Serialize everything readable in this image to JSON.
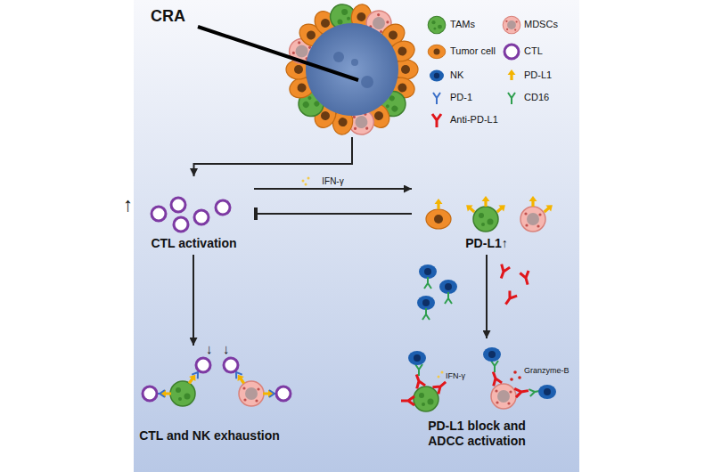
{
  "diagram": {
    "nodes": [
      {
        "text": [
          "CRA"
        ]
      },
      {
        "text": [
          "CTL activation"
        ]
      },
      {
        "text": [
          "PD-L1↑"
        ]
      },
      {
        "text": [
          "CTL and NK exhaustion"
        ]
      },
      {
        "text": [
          "PD-L1 block and ADCC activation"
        ]
      }
    ],
    "edges": [
      {
        "from": 0,
        "to": 1,
        "arrow": "to"
      },
      {
        "from": 1,
        "to": 2,
        "label": "IFN-γ",
        "arrow": "to"
      },
      {
        "from": 2,
        "to": 1,
        "arrow": "to"
      },
      {
        "from": 1,
        "to": 3,
        "arrow": "to"
      },
      {
        "from": 2,
        "to": 4,
        "arrow": "to"
      }
    ],
    "labels": [
      "↑",
      "↓",
      "↓",
      "IFN-γ",
      "Granzyme-B"
    ],
    "legend": [
      {
        "text": "TAMs"
      },
      {
        "text": "MDSCs"
      },
      {
        "text": "Tumor cell"
      },
      {
        "text": "CTL"
      },
      {
        "text": "NK"
      },
      {
        "text": "PD-L1"
      },
      {
        "text": "PD-1"
      },
      {
        "text": "CD16"
      },
      {
        "text": "Anti-PD-L1"
      }
    ]
  }
}
